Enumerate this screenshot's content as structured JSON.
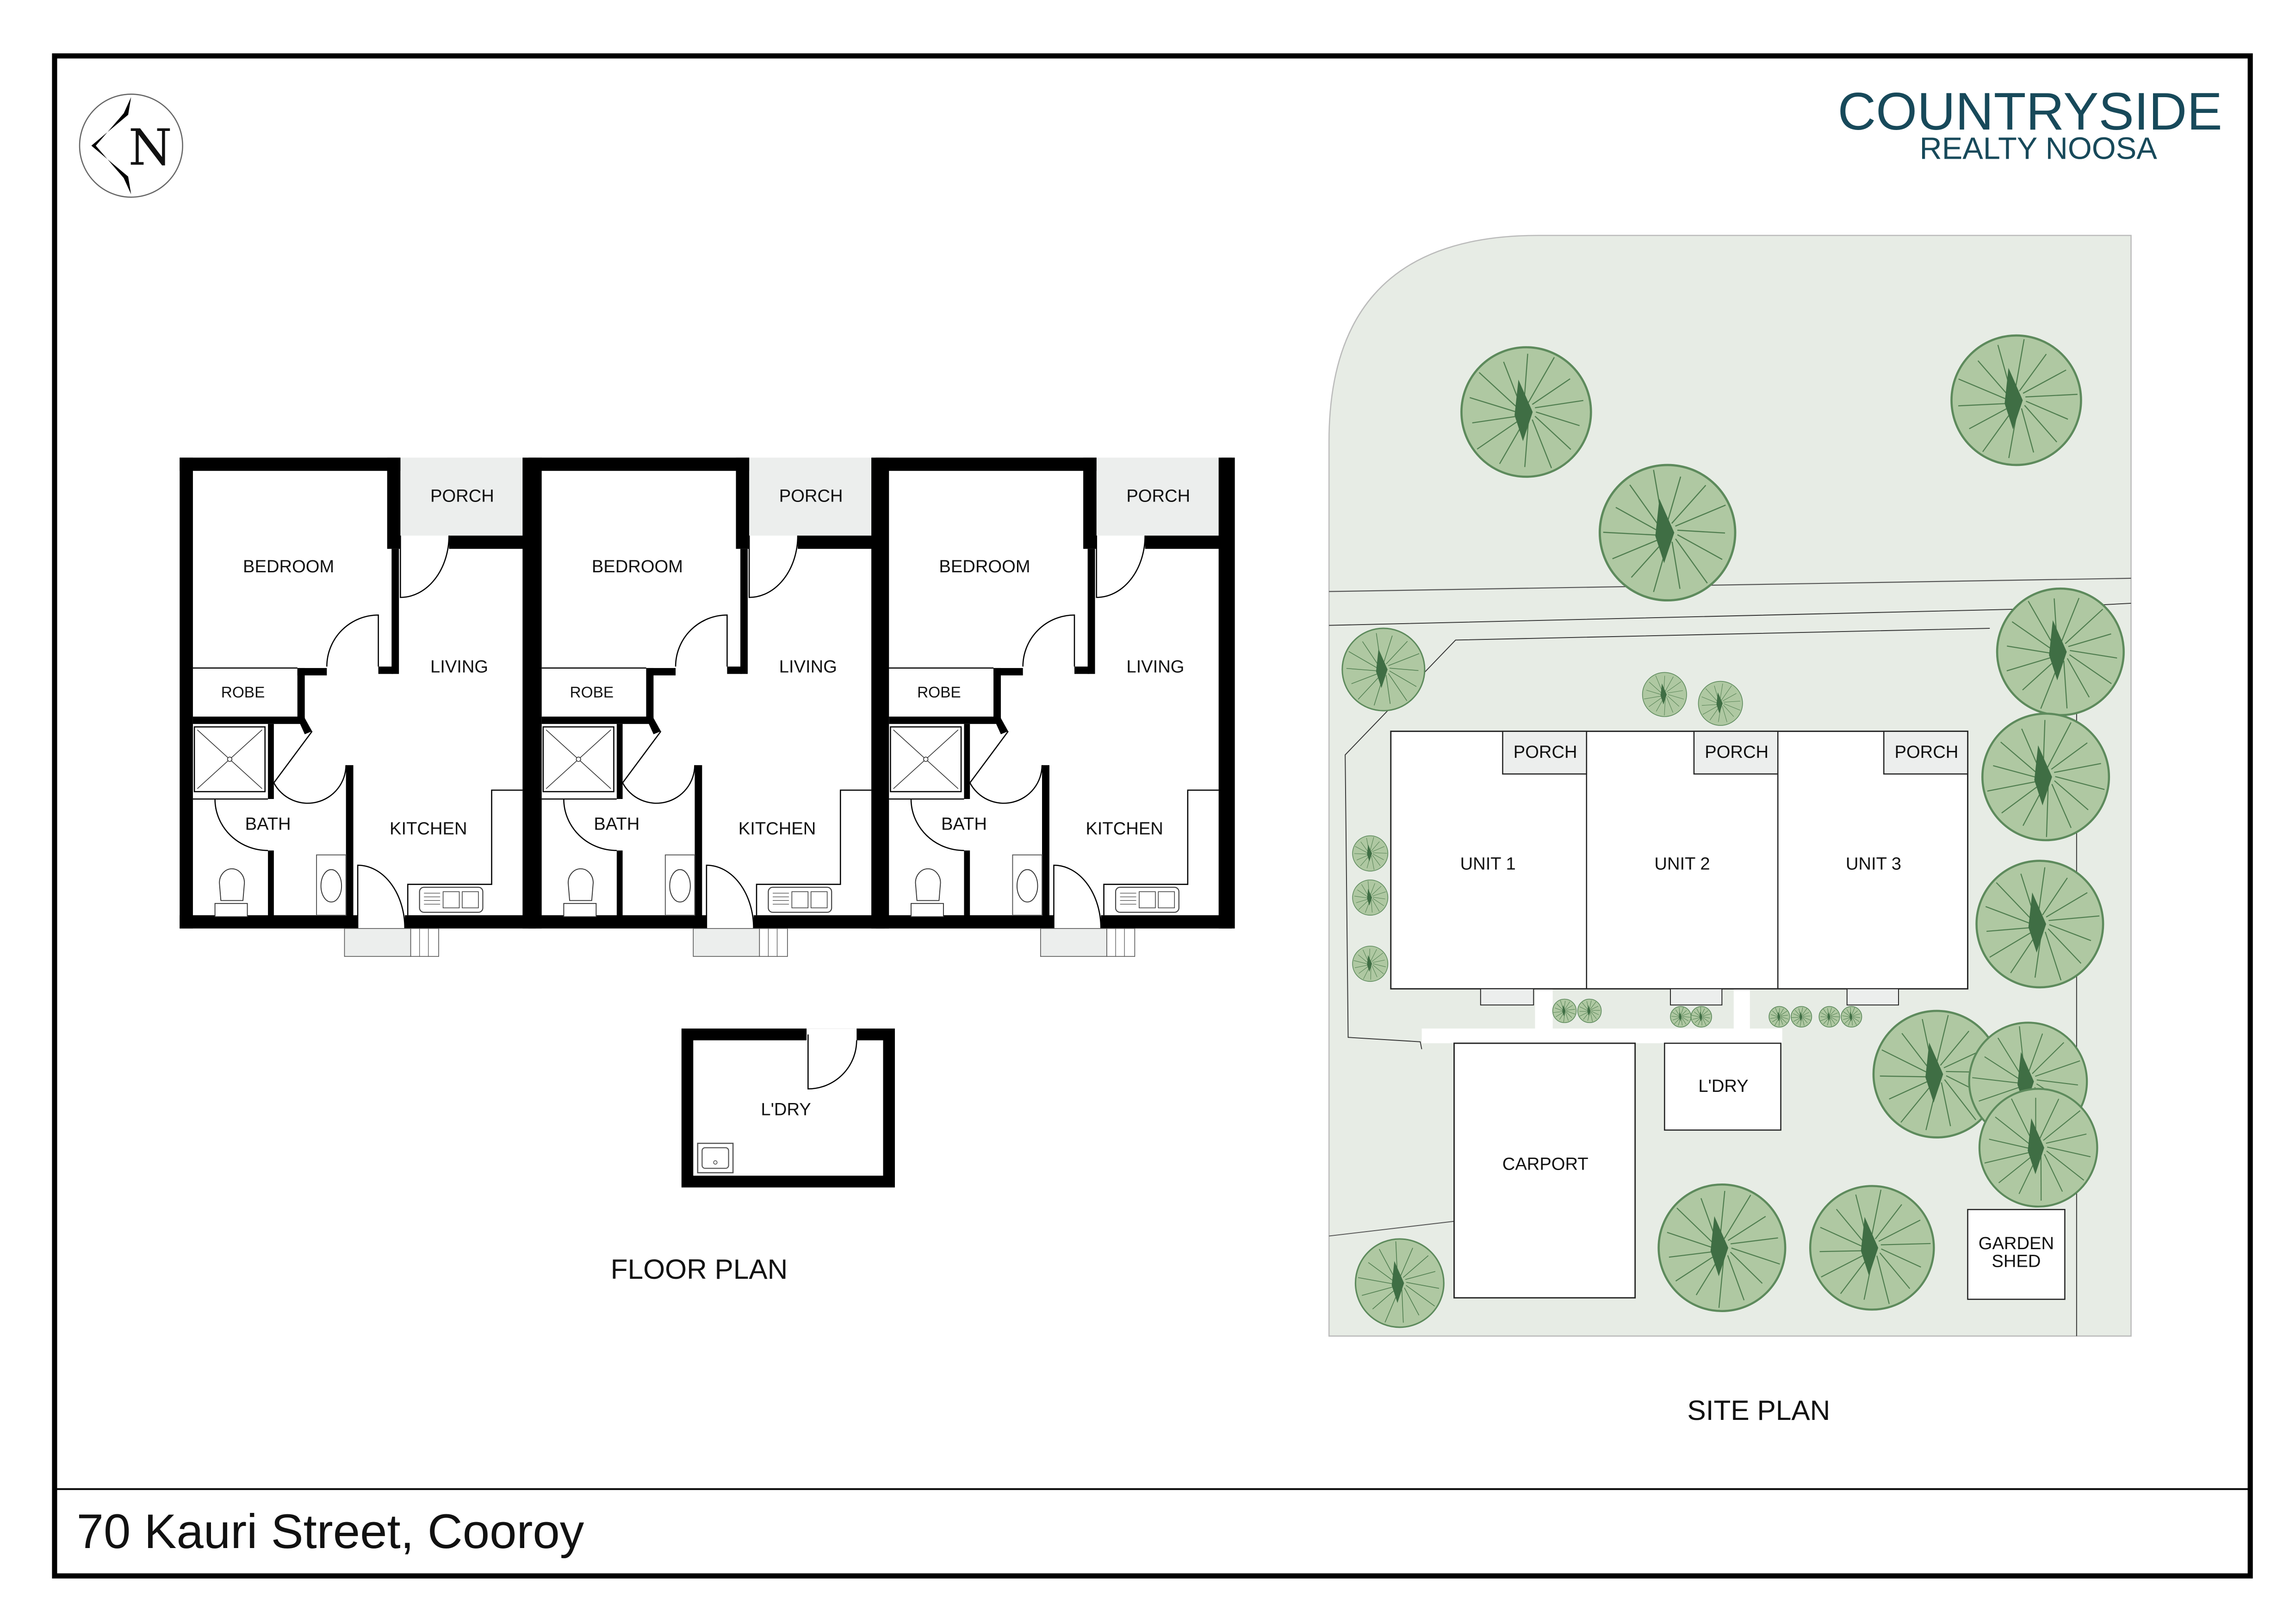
{
  "header": {
    "brand_name": "COUNTRYSIDE",
    "brand_sub": "REALTY NOOSA",
    "compass_letter": "N",
    "brand_color": "#17495a"
  },
  "floor_plan": {
    "title": "FLOOR PLAN",
    "units": [
      {
        "porch": "PORCH",
        "bedroom": "BEDROOM",
        "living": "LIVING",
        "robe": "ROBE",
        "bath": "BATH",
        "kitchen": "KITCHEN"
      },
      {
        "porch": "PORCH",
        "bedroom": "BEDROOM",
        "living": "LIVING",
        "robe": "ROBE",
        "bath": "BATH",
        "kitchen": "KITCHEN"
      },
      {
        "porch": "PORCH",
        "bedroom": "BEDROOM",
        "living": "LIVING",
        "robe": "ROBE",
        "bath": "BATH",
        "kitchen": "KITCHEN"
      }
    ],
    "laundry": "L'DRY"
  },
  "site_plan": {
    "title": "SITE PLAN",
    "units": [
      {
        "name": "UNIT 1",
        "porch": "PORCH"
      },
      {
        "name": "UNIT 2",
        "porch": "PORCH"
      },
      {
        "name": "UNIT 3",
        "porch": "PORCH"
      }
    ],
    "laundry": "L'DRY",
    "carport": "CARPORT",
    "garden_shed_line1": "GARDEN",
    "garden_shed_line2": "SHED",
    "lawn_color": "#e7ece5",
    "tree_color": "#afc8a2"
  },
  "footer": {
    "address": "70 Kauri Street, Cooroy"
  }
}
